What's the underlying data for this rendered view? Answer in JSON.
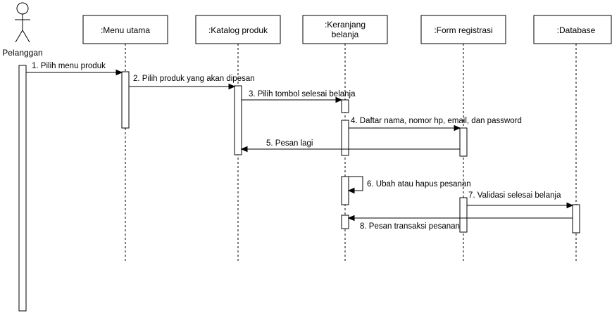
{
  "actor": {
    "name": "Pelanggan"
  },
  "participants": [
    {
      "id": "menu",
      "lines": [
        ":Menu utama"
      ]
    },
    {
      "id": "katalog",
      "lines": [
        ":Katalog produk"
      ]
    },
    {
      "id": "keranjang",
      "lines": [
        ":Keranjang",
        "belanja"
      ]
    },
    {
      "id": "form",
      "lines": [
        ":Form registrasi"
      ]
    },
    {
      "id": "database",
      "lines": [
        ":Database"
      ]
    }
  ],
  "messages": [
    {
      "label": "1. Pilih menu produk",
      "from": "actor",
      "to": "menu"
    },
    {
      "label": "2. Pilih produk yang akan dipesan",
      "from": "menu",
      "to": "katalog"
    },
    {
      "label": "3. Pilih tombol selesai belanja",
      "from": "katalog",
      "to": "keranjang"
    },
    {
      "label": "4. Daftar nama, nomor hp, email, dan password",
      "from": "keranjang",
      "to": "form"
    },
    {
      "label": "5. Pesan lagi",
      "from": "form",
      "to": "katalog"
    },
    {
      "label": "6. Ubah atau hapus pesanan",
      "from": "keranjang",
      "to": "keranjang",
      "self": true
    },
    {
      "label": "7. Validasi selesai belanja",
      "from": "form",
      "to": "database"
    },
    {
      "label": "8. Pesan transaksi pesanan",
      "from": "database",
      "to": "keranjang"
    }
  ]
}
